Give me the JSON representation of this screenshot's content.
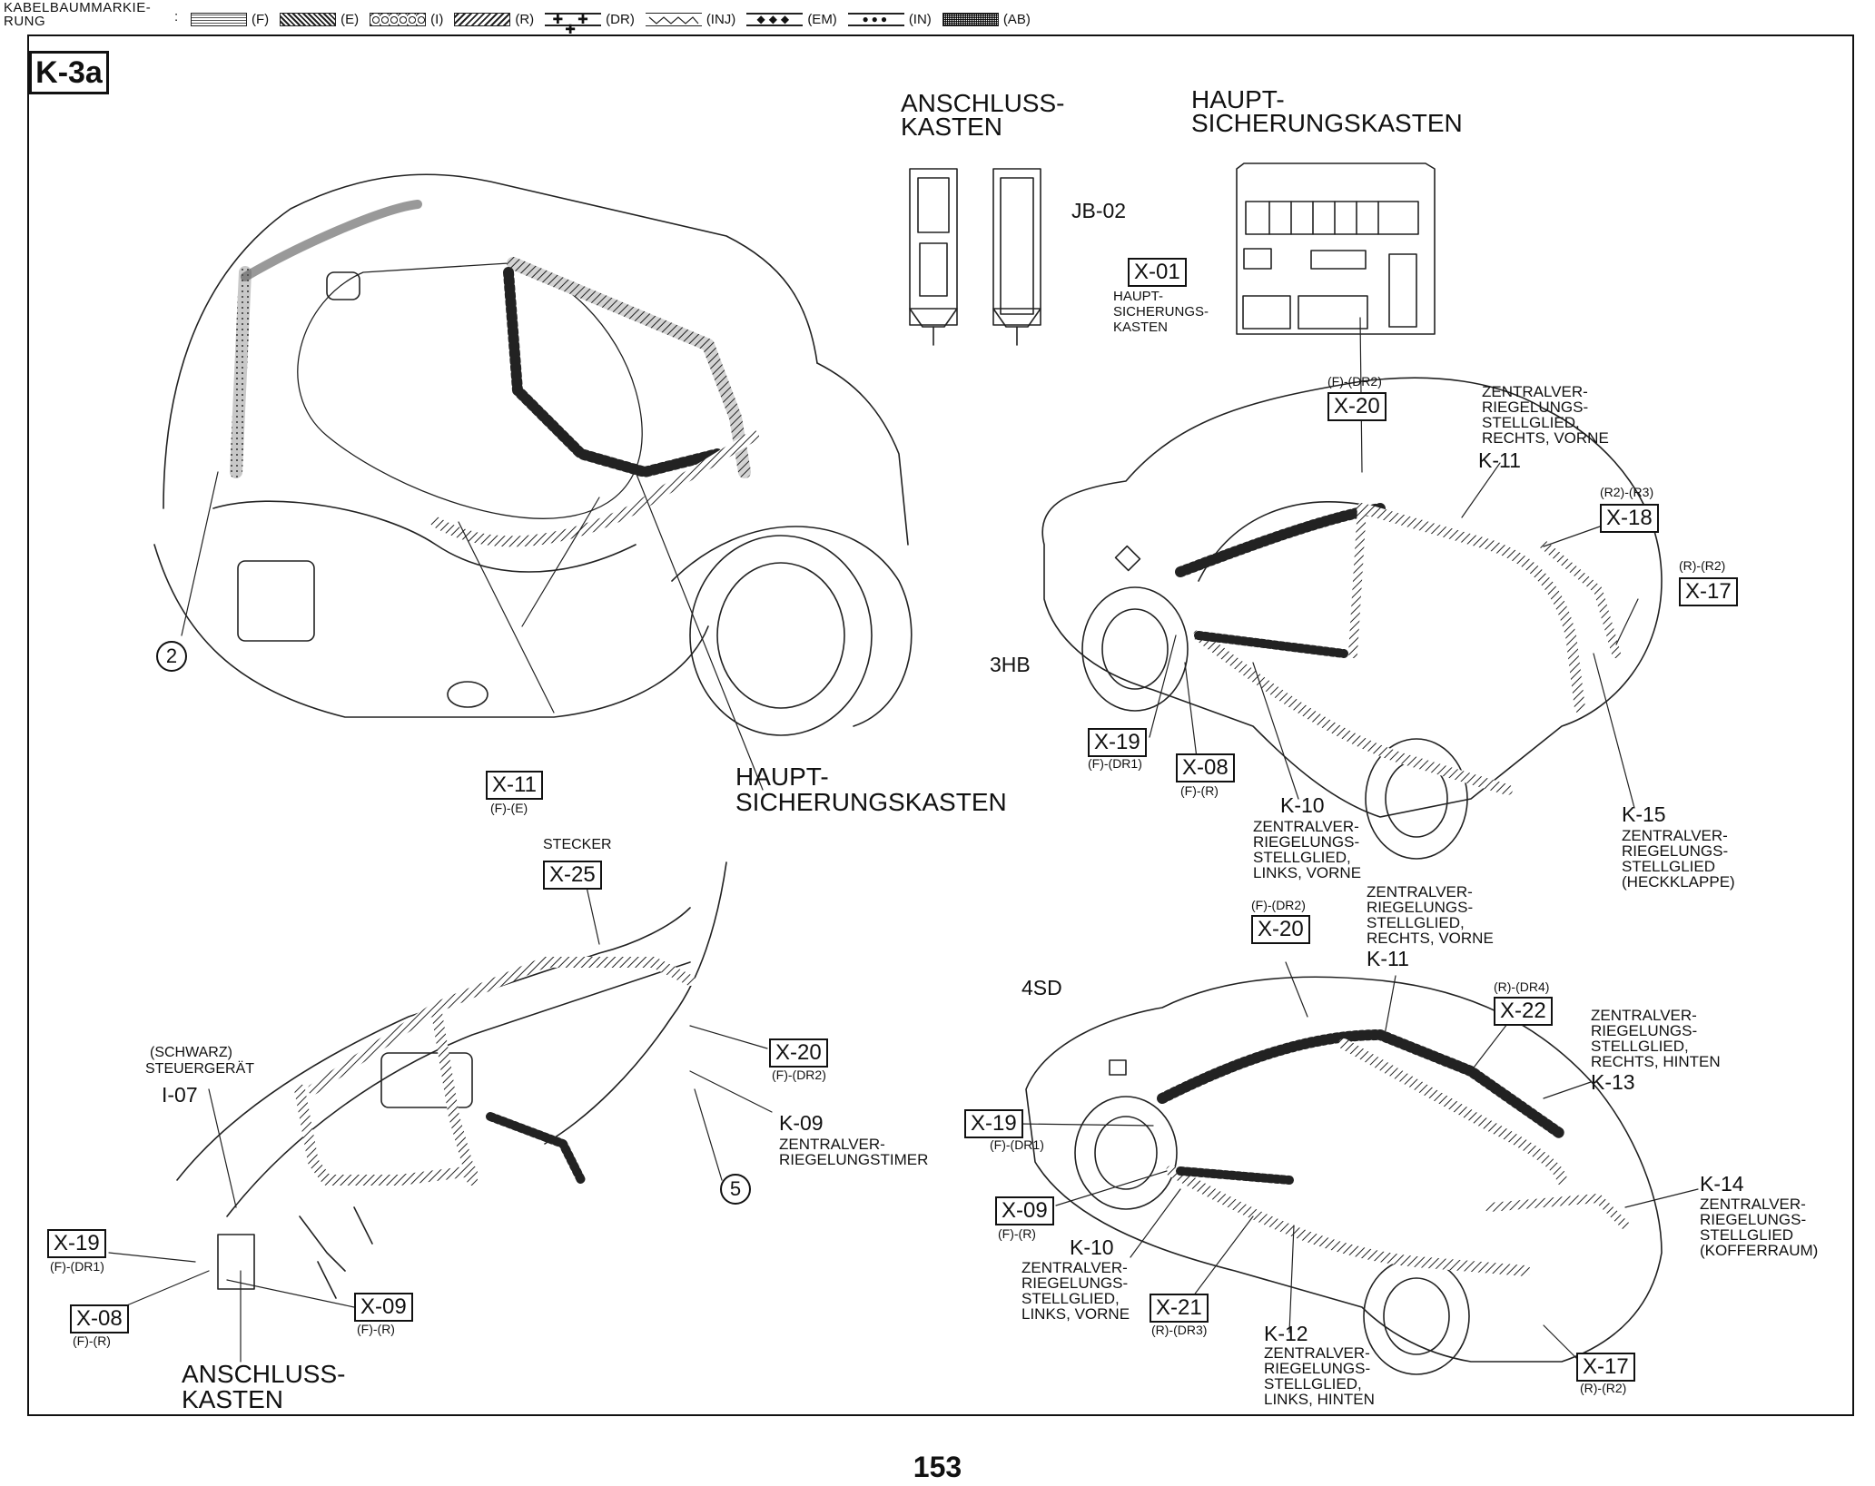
{
  "header": {
    "title_line1": "KABELBAUMMARKIE-",
    "title_line2": "RUNG",
    "colon": ":",
    "legend": [
      {
        "code": "(F)",
        "pattern": "f"
      },
      {
        "code": "(E)",
        "pattern": "e"
      },
      {
        "code": "(I)",
        "pattern": "i"
      },
      {
        "code": "(R)",
        "pattern": "r"
      },
      {
        "code": "(DR)",
        "pattern": "dr",
        "glyph": "✚ ✚ ✚"
      },
      {
        "code": "(INJ)",
        "pattern": "inj"
      },
      {
        "code": "(EM)",
        "pattern": "em",
        "glyph": "◆◆◆"
      },
      {
        "code": "(IN)",
        "pattern": "in",
        "glyph": "●●●"
      },
      {
        "code": "(AB)",
        "pattern": "ab"
      }
    ]
  },
  "page_tag": "K-3a",
  "page_number": "153",
  "engine_bay": {
    "callout_2": "2",
    "x11": {
      "code": "X-11",
      "sub": "(F)-(E)"
    },
    "fuse_box_label_1": "HAUPT-",
    "fuse_box_label_2": "SICHERUNGSKASTEN"
  },
  "junction_panel": {
    "title_1": "ANSCHLUSS-",
    "title_2": "KASTEN",
    "jb_code": "JB-02"
  },
  "main_fuse_panel": {
    "title_1": "HAUPT-",
    "title_2": "SICHERUNGSKASTEN",
    "x01": "X-01",
    "small_label": "HAUPT-\nSICHERUNGS-\nKASTEN"
  },
  "hatchback": {
    "variant": "3HB",
    "x20": {
      "code": "X-20",
      "sub": "(F)-(DR2)"
    },
    "k11": {
      "code": "K-11",
      "desc": "ZENTRALVER-\nRIEGELUNGS-\nSTELLGLIED,\nRECHTS, VORNE"
    },
    "x18": {
      "code": "X-18",
      "sub": "(R2)-(R3)"
    },
    "x17": {
      "code": "X-17",
      "sub": "(R)-(R2)"
    },
    "x19": {
      "code": "X-19",
      "sub": "(F)-(DR1)"
    },
    "x08": {
      "code": "X-08",
      "sub": "(F)-(R)"
    },
    "k10": {
      "code": "K-10",
      "desc": "ZENTRALVER-\nRIEGELUNGS-\nSTELLGLIED,\nLINKS, VORNE"
    },
    "k15": {
      "code": "K-15",
      "desc": "ZENTRALVER-\nRIEGELUNGS-\nSTELLGLIED\n(HECKKLAPPE)"
    }
  },
  "dashboard": {
    "stecker": "STECKER",
    "x25": "X-25",
    "ecu_1": "(SCHWARZ)",
    "ecu_2": "STEUERGERÄT",
    "i07": "I-07",
    "x20": {
      "code": "X-20",
      "sub": "(F)-(DR2)"
    },
    "k09": {
      "code": "K-09",
      "desc": "ZENTRALVER-\nRIEGELUNGSTIMER"
    },
    "callout_5": "5",
    "x19": {
      "code": "X-19",
      "sub": "(F)-(DR1)"
    },
    "x08": {
      "code": "X-08",
      "sub": "(F)-(R)"
    },
    "x09": {
      "code": "X-09",
      "sub": "(F)-(R)"
    },
    "jb_1": "ANSCHLUSS-",
    "jb_2": "KASTEN"
  },
  "sedan": {
    "variant": "4SD",
    "x20": {
      "code": "X-20",
      "sub": "(F)-(DR2)"
    },
    "k11": {
      "code": "K-11",
      "desc": "ZENTRALVER-\nRIEGELUNGS-\nSTELLGLIED,\nRECHTS, VORNE"
    },
    "x22": {
      "code": "X-22",
      "sub": "(R)-(DR4)"
    },
    "k13": {
      "code": "K-13",
      "desc": "ZENTRALVER-\nRIEGELUNGS-\nSTELLGLIED,\nRECHTS, HINTEN"
    },
    "x19": {
      "code": "X-19",
      "sub": "(F)-(DR1)"
    },
    "x09": {
      "code": "X-09",
      "sub": "(F)-(R)"
    },
    "k10": {
      "code": "K-10",
      "desc": "ZENTRALVER-\nRIEGELUNGS-\nSTELLGLIED,\nLINKS, VORNE"
    },
    "x21": {
      "code": "X-21",
      "sub": "(R)-(DR3)"
    },
    "k12": {
      "code": "K-12",
      "desc": "ZENTRALVER-\nRIEGELUNGS-\nSTELLGLIED,\nLINKS, HINTEN"
    },
    "k14": {
      "code": "K-14",
      "desc": "ZENTRALVER-\nRIEGELUNGS-\nSTELLGLIED\n(KOFFERRAUM)"
    },
    "x17": {
      "code": "X-17",
      "sub": "(R)-(R2)"
    }
  }
}
